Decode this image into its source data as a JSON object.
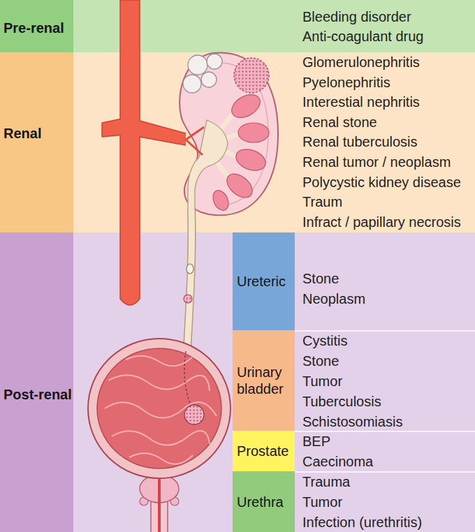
{
  "diagram": {
    "nodes": [
      {
        "text": [
          "Pre-renal",
          "Bleeding disorder",
          "Anti-coagulant drug"
        ]
      },
      {
        "text": [
          "Renal",
          "Glomerulonephritis",
          "Pyelonephritis",
          "Interestial nephritis",
          "Renal stone",
          "Renal tuberculosis",
          "Renal tumor / neoplasm",
          "Polycystic kidney disease",
          "Traum",
          "Infract / papillary necrosis"
        ]
      },
      {
        "text": [
          "Post-renal"
        ]
      },
      {
        "text": [
          "Ureteric",
          "Stone",
          "Neoplasm"
        ],
        "in": 2
      },
      {
        "text": [
          "Urinary bladder",
          "Cystitis",
          "Stone",
          "Tumor",
          "Tuberculosis",
          "Schistosomiasis"
        ],
        "in": 2
      },
      {
        "text": [
          "Prostate",
          "BEP",
          "Caecinoma"
        ],
        "in": 2
      },
      {
        "text": [
          "Urethra",
          "Trauma",
          "Tumor",
          "Infection (urethritis)"
        ],
        "in": 2
      }
    ]
  }
}
